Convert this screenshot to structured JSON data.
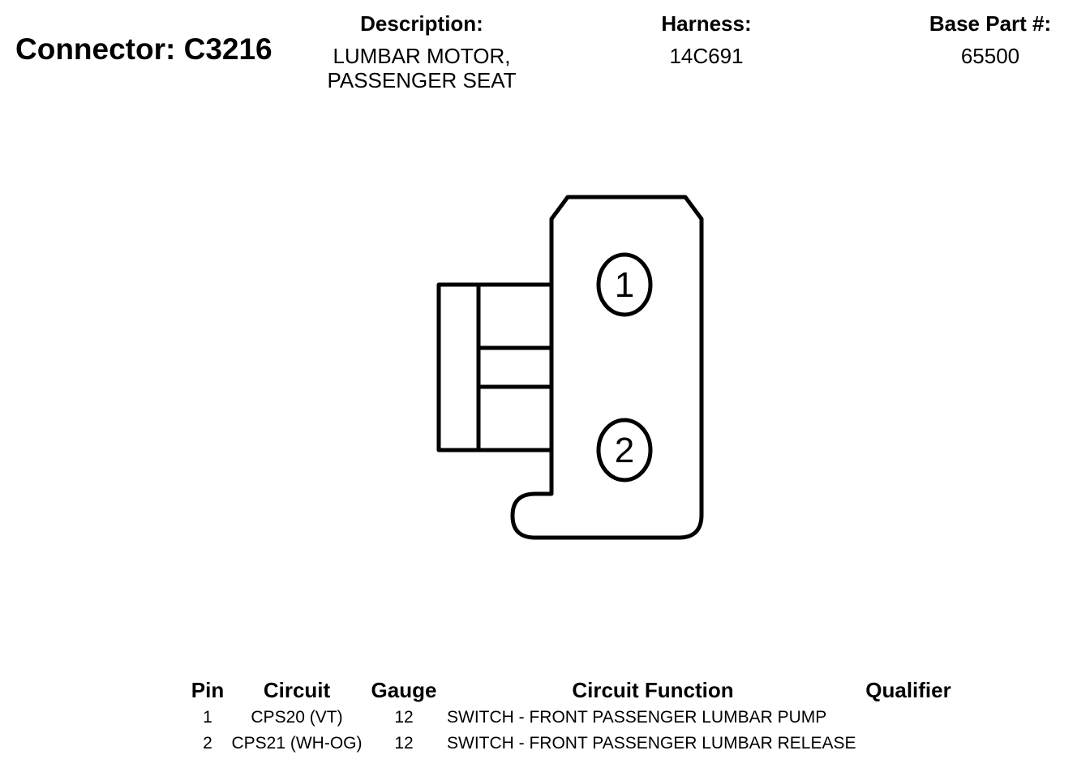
{
  "header": {
    "connector_title": "Connector: C3216",
    "description_label": "Description:",
    "description_value": "LUMBAR MOTOR, PASSENGER SEAT",
    "harness_label": "Harness:",
    "harness_value": "14C691",
    "base_part_label": "Base Part #:",
    "base_part_value": "65500"
  },
  "diagram": {
    "pins": [
      {
        "label": "1"
      },
      {
        "label": "2"
      }
    ]
  },
  "table": {
    "headers": {
      "pin": "Pin",
      "circuit": "Circuit",
      "gauge": "Gauge",
      "function": "Circuit Function",
      "qualifier": "Qualifier"
    },
    "rows": [
      {
        "pin": "1",
        "circuit": "CPS20 (VT)",
        "gauge": "12",
        "function": "SWITCH - FRONT PASSENGER LUMBAR PUMP",
        "qualifier": ""
      },
      {
        "pin": "2",
        "circuit": "CPS21 (WH-OG)",
        "gauge": "12",
        "function": "SWITCH - FRONT PASSENGER LUMBAR RELEASE",
        "qualifier": ""
      }
    ]
  }
}
